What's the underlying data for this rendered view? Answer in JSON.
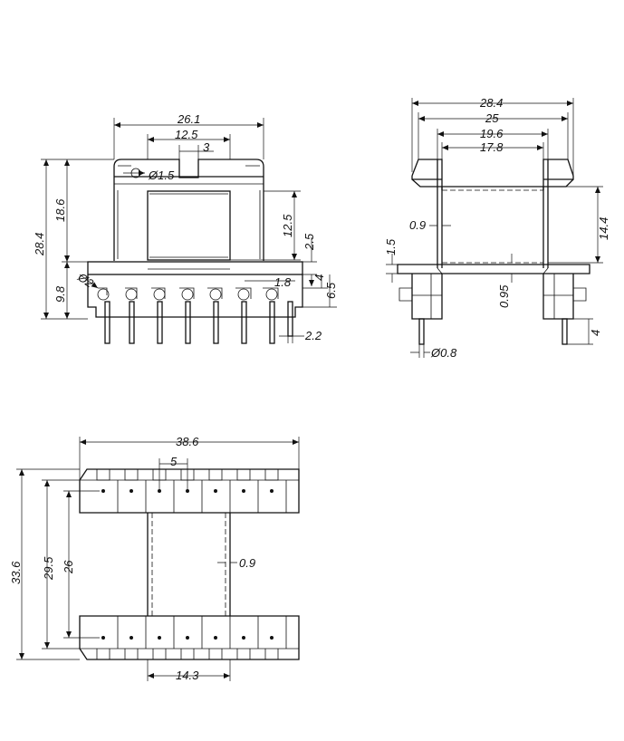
{
  "front_view": {
    "dims": {
      "overall_width": "26.1",
      "core_width": "12.5",
      "slot_width": "3",
      "hole_dia": "Ø1.5",
      "total_height": "28.4",
      "body_height": "18.6",
      "window_height": "12.5",
      "flange_gap": "2.5",
      "pin_offset": "1.8",
      "base_h1": "4",
      "base_h2": "6.5",
      "base_height": "9.8",
      "pin_hole_dia": "Ø2",
      "pin_width": "2.2"
    }
  },
  "side_view": {
    "dims": {
      "overall_width": "28.4",
      "flange_width": "25",
      "inner_width": "19.6",
      "core_width": "17.8",
      "wall_thickness": "0.9",
      "window_height": "14.4",
      "base_thickness": "1.5",
      "base_wall": "0.95",
      "pin_dia": "Ø0.8",
      "pin_length": "4"
    }
  },
  "top_view": {
    "dims": {
      "overall_width": "38.6",
      "pin_pitch": "5",
      "total_depth": "33.6",
      "depth_2": "29.5",
      "pin_row_spacing": "26",
      "wall": "0.9",
      "core_width": "14.3"
    }
  }
}
